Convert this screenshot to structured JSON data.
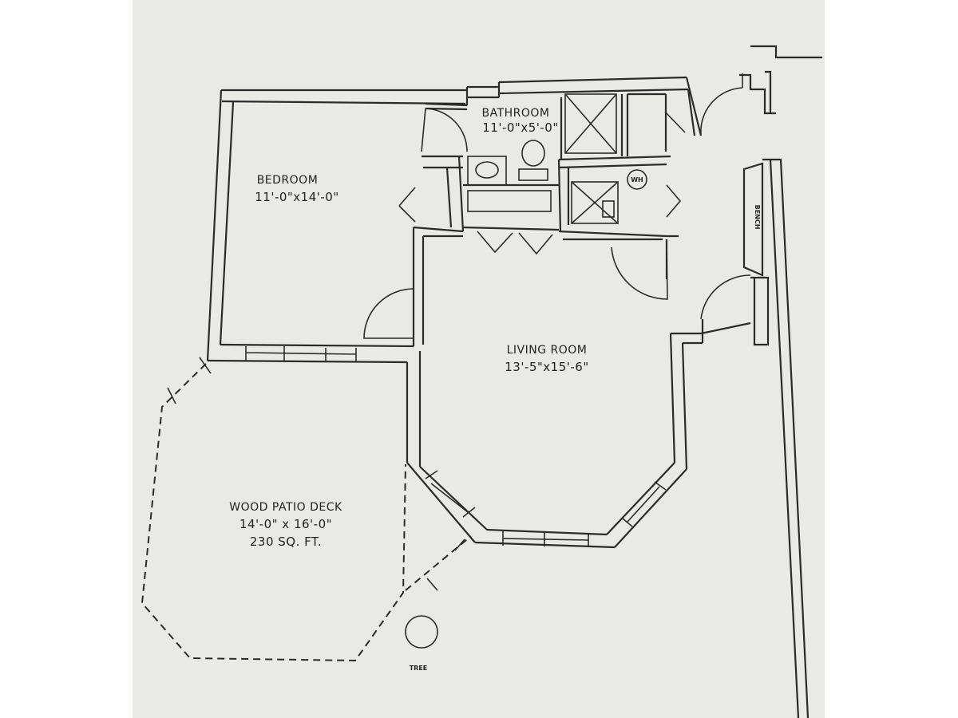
{
  "rooms": {
    "bathroom": {
      "name": "BATHROOM",
      "size": "11'-0\"x5'-0\""
    },
    "bedroom": {
      "name": "BEDROOM",
      "size": "11'-0\"x14'-0\""
    },
    "living_room": {
      "name": "LIVING ROOM",
      "size": "13'-5\"x15'-6\""
    },
    "patio": {
      "name": "WOOD PATIO DECK",
      "size": "14'-0\" x 16'-0\"",
      "area": "230 SQ. FT."
    }
  },
  "fixtures": {
    "water_heater": "WH",
    "bench": "BENCH",
    "tree": "TREE"
  }
}
